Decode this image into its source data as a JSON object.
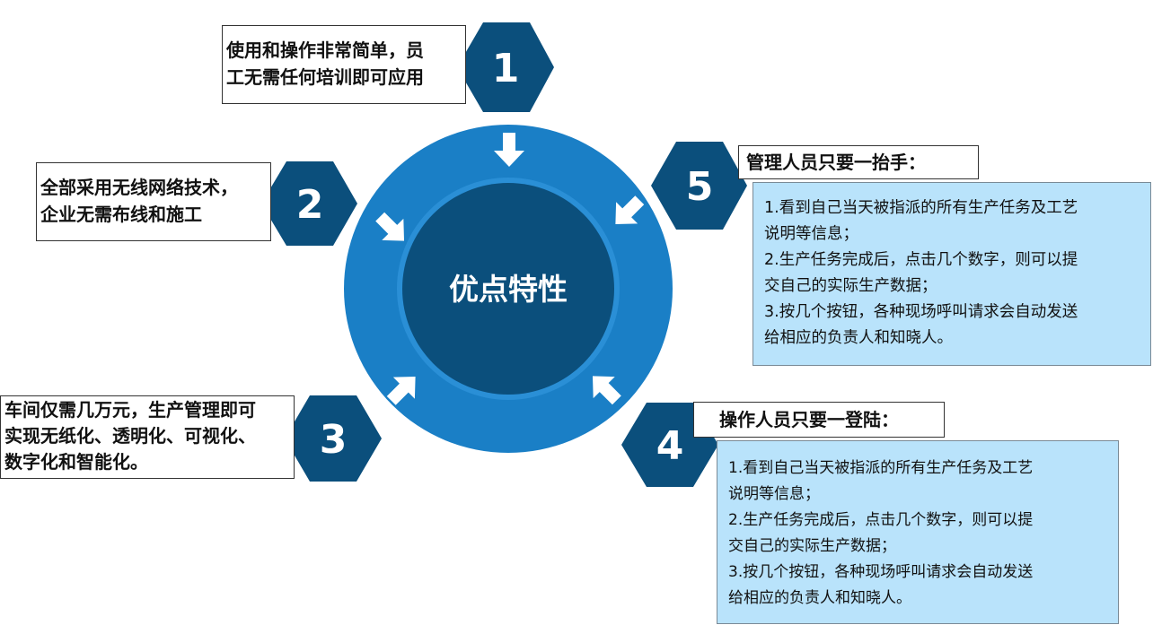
{
  "center_label": "优点特性",
  "items": [
    {
      "number": "1",
      "lines": [
        "使用和操作非常简单，员",
        "工无需任何培训即可应用"
      ]
    },
    {
      "number": "2",
      "lines": [
        "全部采用无线网络技术，",
        "企业无需布线和施工"
      ]
    },
    {
      "number": "3",
      "lines": [
        "车间仅需几万元，生产管理即可",
        "实现无纸化、透明化、可视化、",
        "数字化和智能化。"
      ]
    },
    {
      "number": "4",
      "title": "操作人员只要一登陆：",
      "details": [
        "1.看到自己当天被指派的所有生产任务及工艺",
        "说明等信息；",
        "2.生产任务完成后，点击几个数字，则可以提",
        "交自己的实际生产数据；",
        "3.按几个按钮，各种现场呼叫请求会自动发送",
        "给相应的负责人和知晓人。"
      ]
    },
    {
      "number": "5",
      "title": "管理人员只要一抬手：",
      "details": [
        "1.看到自己当天被指派的所有生产任务及工艺",
        "说明等信息；",
        "2.生产任务完成后，点击几个数字，则可以提",
        "交自己的实际生产数据；",
        "3.按几个按钮，各种现场呼叫请求会自动发送",
        "给相应的负责人和知晓人。"
      ]
    }
  ],
  "colors": {
    "outer_ring": "#1a7fc6",
    "inner_circle": "#0b4f7c",
    "hexagon": "#0b4f7c",
    "arrow": "#ffffff",
    "panel_bg": "#b9e3fb",
    "box_border": "#333333"
  }
}
